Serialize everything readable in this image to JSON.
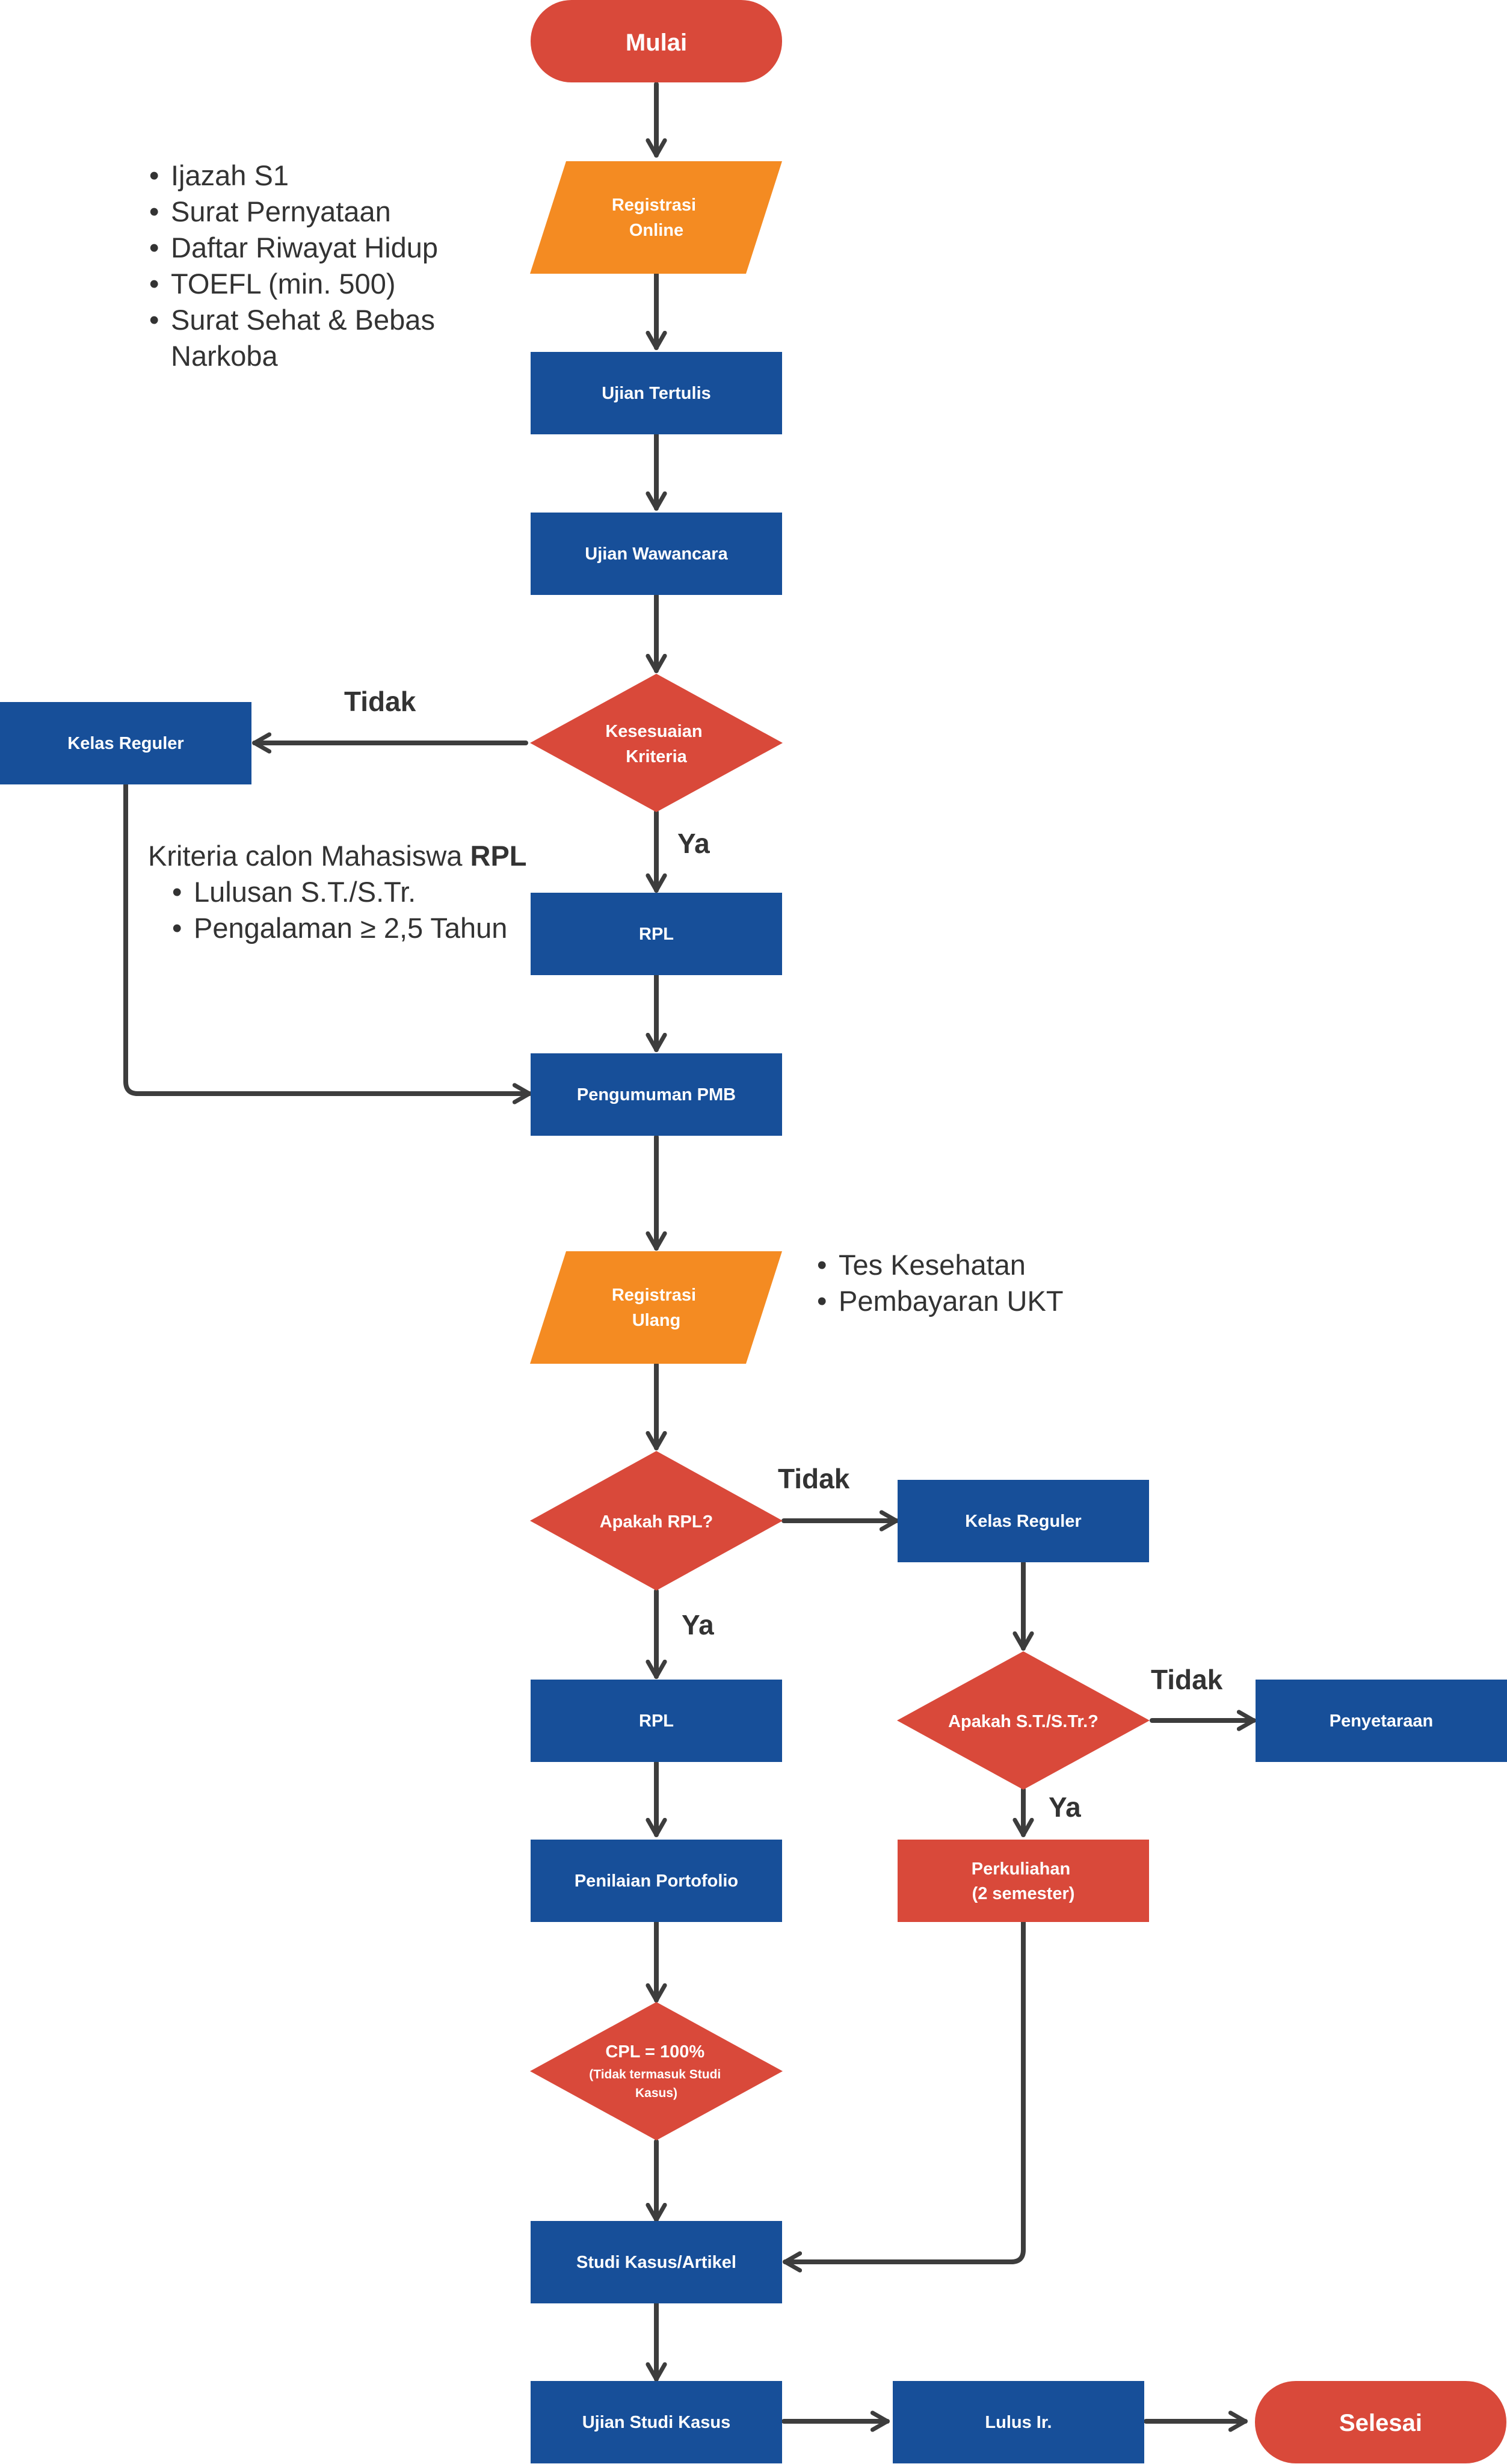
{
  "colors": {
    "terminal": "#d9493a",
    "io": "#f48b22",
    "process": "#174f99",
    "decision": "#d9493a",
    "process_alt": "#d9493a",
    "connector": "#3d3d3d",
    "text": "#333333"
  },
  "nodes": {
    "mulai": "Mulai",
    "registrasi_online": [
      "Registrasi",
      "Online"
    ],
    "ujian_tertulis": "Ujian Tertulis",
    "ujian_wawancara": "Ujian Wawancara",
    "kesesuaian_kriteria": [
      "Kesesuaian",
      "Kriteria"
    ],
    "kelas_reguler_1": "Kelas Reguler",
    "rpl_1": "RPL",
    "pengumuman_pmb": "Pengumuman PMB",
    "registrasi_ulang": [
      "Registrasi",
      "Ulang"
    ],
    "apakah_rpl": "Apakah RPL?",
    "kelas_reguler_2": "Kelas Reguler",
    "rpl_2": "RPL",
    "apakah_st": "Apakah S.T./S.Tr.?",
    "penyetaraan": "Penyetaraan",
    "penilaian_portofolio": "Penilaian Portofolio",
    "perkuliahan": [
      "Perkuliahan",
      "(2 semester)"
    ],
    "cpl": [
      "CPL = 100%",
      "(Tidak termasuk Studi",
      "Kasus)"
    ],
    "studi_kasus_artikel": "Studi Kasus/Artikel",
    "ujian_studi_kasus": "Ujian Studi Kasus",
    "lulus_ir": "Lulus Ir.",
    "selesai": "Selesai"
  },
  "edge_labels": {
    "tidak_1": "Tidak",
    "ya_1": "Ya",
    "tidak_2": "Tidak",
    "ya_2": "Ya",
    "tidak_3": "Tidak",
    "ya_3": "Ya"
  },
  "notes": {
    "documents": [
      "Ijazah S1",
      "Surat Pernyataan",
      "Daftar Riwayat Hidup",
      "TOEFL (min. 500)",
      "Surat Sehat & Bebas",
      "Narkoba"
    ],
    "criteria": {
      "title_prefix": "Kriteria calon Mahasiswa ",
      "title_bold": "RPL",
      "items": [
        "Lulusan S.T./S.Tr.",
        "Pengalaman ≥ 2,5 Tahun"
      ]
    },
    "reregistration": [
      "Tes Kesehatan",
      "Pembayaran UKT"
    ]
  }
}
